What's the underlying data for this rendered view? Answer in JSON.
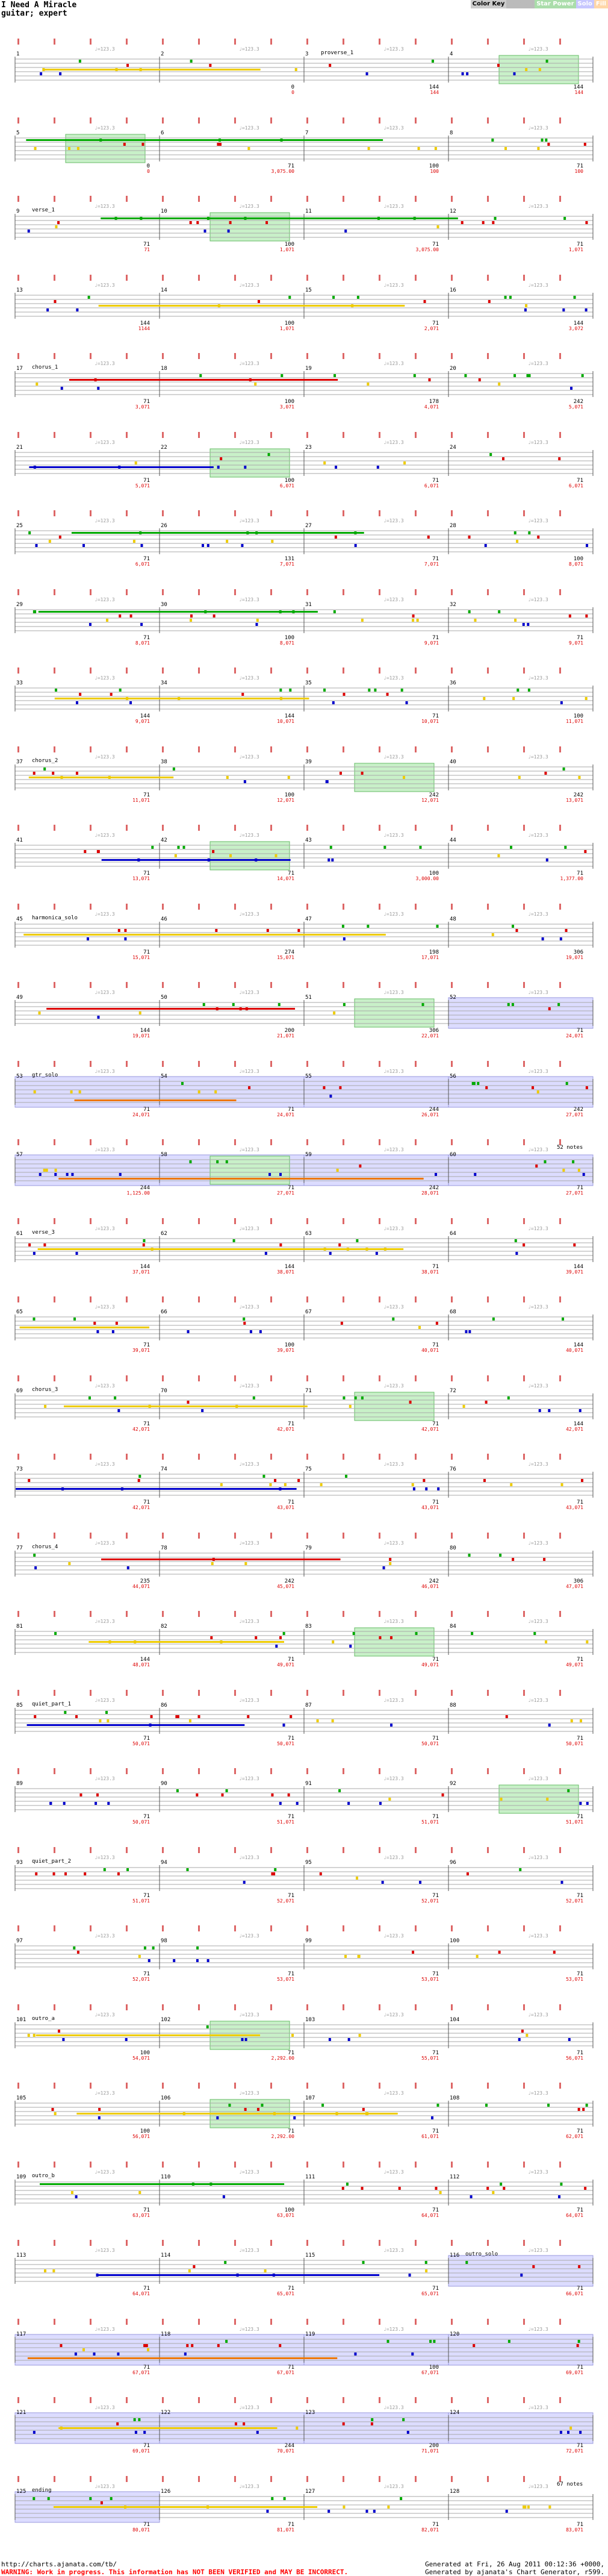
{
  "song": {
    "title": "I Need A Miracle",
    "part": "guitar; expert"
  },
  "legend": [
    {
      "label": "Color Key",
      "bg": "#cccccc",
      "fg": "#000000"
    },
    {
      "label": "Normal",
      "bg": "#bbbbbb",
      "fg": "#bbbbbb"
    },
    {
      "label": "Star Power",
      "bg": "#aaddaa",
      "fg": "#ffffff"
    },
    {
      "label": "Solo",
      "bg": "#c7c7ff",
      "fg": "#ffffff"
    },
    {
      "label": "Fill",
      "bg": "#ffd7a8",
      "fg": "#ffffff"
    }
  ],
  "colors": {
    "green": "#00aa00",
    "red": "#dd0000",
    "yellow": "#eecc00",
    "blue": "#0000cc",
    "orange": "#ee7700",
    "sp_fill": "#c8f0c8",
    "solo_fill": "#dcdcff",
    "beat": "#dd6666",
    "tempo": "#999999"
  },
  "rows": [
    {
      "measures": [
        1,
        2,
        3,
        4
      ],
      "section": "proverse_1",
      "section_at": 2,
      "tempo": "♩=123.3",
      "bottom": [
        [],
        [
          "0",
          "0"
        ],
        [
          "144",
          "144"
        ],
        [
          "144",
          "144"
        ]
      ],
      "sp": [
        3
      ],
      "sustain": [
        "yellow"
      ]
    },
    {
      "measures": [
        5,
        6,
        7,
        8
      ],
      "bottom": [
        [
          "0",
          "0"
        ],
        [
          "71",
          "3,075.00"
        ],
        [
          "100",
          "100"
        ],
        [
          "71",
          "100"
        ]
      ],
      "sp": [
        0
      ],
      "sustain": [
        "green"
      ]
    },
    {
      "measures": [
        9,
        10,
        11,
        12
      ],
      "section": "verse_1",
      "section_at": 0,
      "bottom": [
        [
          "71",
          "71"
        ],
        [
          "100",
          "1,071"
        ],
        [
          "71",
          "3,075.00"
        ],
        [
          "71",
          "1,071"
        ]
      ],
      "sp": [
        1
      ],
      "sustain": [
        "green"
      ]
    },
    {
      "measures": [
        13,
        14,
        15,
        16
      ],
      "bottom": [
        [
          "144",
          "1144"
        ],
        [
          "100",
          "1,071"
        ],
        [
          "71",
          "2,071"
        ],
        [
          "144",
          "3,072"
        ]
      ],
      "sp": [],
      "sustain": [
        "yellow"
      ]
    },
    {
      "measures": [
        17,
        18,
        19,
        20
      ],
      "section": "chorus_1",
      "section_at": 0,
      "bottom": [
        [
          "71",
          "3,071"
        ],
        [
          "100",
          "3,071"
        ],
        [
          "178",
          "4,071"
        ],
        [
          "242",
          "5,071"
        ]
      ],
      "sp": [],
      "sustain": [
        "red"
      ]
    },
    {
      "measures": [
        21,
        22,
        23,
        24
      ],
      "bottom": [
        [
          "71",
          "5,071"
        ],
        [
          "100",
          "6,071"
        ],
        [
          "71",
          "6,071"
        ],
        [
          "71",
          "6,071"
        ]
      ],
      "sp": [
        1
      ],
      "sustain": [
        "blue"
      ]
    },
    {
      "measures": [
        25,
        26,
        27,
        28
      ],
      "bottom": [
        [
          "71",
          "6,071"
        ],
        [
          "131",
          "7,071"
        ],
        [
          "71",
          "7,071"
        ],
        [
          "100",
          "8,071"
        ]
      ],
      "sp": [],
      "sustain": [
        "green"
      ]
    },
    {
      "measures": [
        29,
        30,
        31,
        32
      ],
      "bottom": [
        [
          "71",
          "8,071"
        ],
        [
          "100",
          "8,071"
        ],
        [
          "71",
          "9,071"
        ],
        [
          "71",
          "9,071"
        ]
      ],
      "sp": [],
      "sustain": [
        "green"
      ]
    },
    {
      "measures": [
        33,
        34,
        35,
        36
      ],
      "bottom": [
        [
          "144",
          "9,071"
        ],
        [
          "144",
          "10,071"
        ],
        [
          "71",
          "10,071"
        ],
        [
          "100",
          "11,071"
        ]
      ],
      "sp": [],
      "sustain": [
        "yellow"
      ]
    },
    {
      "measures": [
        37,
        38,
        39,
        40
      ],
      "section": "chorus_2",
      "section_at": 0,
      "bottom": [
        [
          "71",
          "11,071"
        ],
        [
          "100",
          "12,071"
        ],
        [
          "242",
          "12,071"
        ],
        [
          "242",
          "13,071"
        ]
      ],
      "sp": [
        2
      ],
      "sustain": [
        "yellow"
      ]
    },
    {
      "measures": [
        41,
        42,
        43,
        44
      ],
      "bottom": [
        [
          "71",
          "13,071"
        ],
        [
          "71",
          "14,071"
        ],
        [
          "100",
          "3,000.00"
        ],
        [
          "71",
          "1,377.00"
        ]
      ],
      "sp": [
        1
      ],
      "sustain": [
        "blue"
      ]
    },
    {
      "measures": [
        45,
        46,
        47,
        48
      ],
      "section": "harmonica_solo",
      "section_at": 0,
      "bottom": [
        [
          "71",
          "15,071"
        ],
        [
          "274",
          "15,071"
        ],
        [
          "198",
          "17,071"
        ],
        [
          "306",
          "19,071"
        ]
      ],
      "sp": [],
      "sustain": [
        "yellow"
      ]
    },
    {
      "measures": [
        49,
        50,
        51,
        52
      ],
      "bottom": [
        [
          "144",
          "19,071"
        ],
        [
          "200",
          "21,071"
        ],
        [
          "306",
          "22,071"
        ],
        [
          "71",
          "24,071"
        ]
      ],
      "sp": [
        2
      ],
      "solo": [
        3
      ],
      "sustain": [
        "red"
      ]
    },
    {
      "measures": [
        53,
        54,
        55,
        56
      ],
      "section": "gtr_solo",
      "section_at": 0,
      "bottom": [
        [
          "71",
          "24,071"
        ],
        [
          "71",
          "24,071"
        ],
        [
          "244",
          "26,071"
        ],
        [
          "242",
          "27,071"
        ]
      ],
      "sp": [],
      "solo": [
        0,
        1,
        2,
        3
      ],
      "sustain": [
        "orange"
      ]
    },
    {
      "measures": [
        57,
        58,
        59,
        60
      ],
      "bottom": [
        [
          "244",
          "1,125.00"
        ],
        [
          "71",
          "27,071"
        ],
        [
          "242",
          "28,071"
        ],
        [
          "71",
          "27,071"
        ]
      ],
      "sp": [
        1
      ],
      "solo": [
        0,
        1,
        2,
        3
      ],
      "sustain": [
        "orange"
      ],
      "notes": "52 notes"
    },
    {
      "measures": [
        61,
        62,
        63,
        64
      ],
      "section": "verse_3",
      "section_at": 0,
      "bottom": [
        [
          "144",
          "37,071"
        ],
        [
          "144",
          "38,071"
        ],
        [
          "71",
          "38,071"
        ],
        [
          "144",
          "39,071"
        ]
      ],
      "sp": [],
      "sustain": [
        "yellow"
      ]
    },
    {
      "measures": [
        65,
        66,
        67,
        68
      ],
      "bottom": [
        [
          "71",
          "39,071"
        ],
        [
          "100",
          "39,071"
        ],
        [
          "71",
          "40,071"
        ],
        [
          "144",
          "40,071"
        ]
      ],
      "sp": [],
      "sustain": [
        "yellow"
      ]
    },
    {
      "measures": [
        69,
        70,
        71,
        72
      ],
      "section": "chorus_3",
      "section_at": 0,
      "bottom": [
        [
          "71",
          "42,071"
        ],
        [
          "71",
          "42,071"
        ],
        [
          "71",
          "42,071"
        ],
        [
          "144",
          "42,071"
        ]
      ],
      "sp": [
        2
      ],
      "sustain": [
        "yellow"
      ]
    },
    {
      "measures": [
        73,
        74,
        75,
        76
      ],
      "bottom": [
        [
          "71",
          "42,071"
        ],
        [
          "71",
          "43,071"
        ],
        [
          "71",
          "43,071"
        ],
        [
          "71",
          "43,071"
        ]
      ],
      "sp": [],
      "sustain": [
        "blue"
      ]
    },
    {
      "measures": [
        77,
        78,
        79,
        80
      ],
      "section": "chorus_4",
      "section_at": 0,
      "bottom": [
        [
          "235",
          "44,071"
        ],
        [
          "242",
          "45,071"
        ],
        [
          "242",
          "46,071"
        ],
        [
          "306",
          "47,071"
        ]
      ],
      "sp": [],
      "sustain": [
        "red"
      ]
    },
    {
      "measures": [
        81,
        82,
        83,
        84
      ],
      "bottom": [
        [
          "144",
          "48,071"
        ],
        [
          "71",
          "49,071"
        ],
        [
          "71",
          "49,071"
        ],
        [
          "71",
          "49,071"
        ]
      ],
      "sp": [
        2
      ],
      "sustain": [
        "yellow"
      ]
    },
    {
      "measures": [
        85,
        86,
        87,
        88
      ],
      "section": "quiet_part_1",
      "section_at": 0,
      "bottom": [
        [
          "71",
          "50,071"
        ],
        [
          "71",
          "50,071"
        ],
        [
          "71",
          "50,071"
        ],
        [
          "71",
          "50,071"
        ]
      ],
      "sp": [],
      "sustain": [
        "blue"
      ]
    },
    {
      "measures": [
        89,
        90,
        91,
        92
      ],
      "bottom": [
        [
          "71",
          "50,071"
        ],
        [
          "71",
          "51,071"
        ],
        [
          "71",
          "51,071"
        ],
        [
          "71",
          "51,071"
        ]
      ],
      "sp": [
        3
      ],
      "sustain": []
    },
    {
      "measures": [
        93,
        94,
        95,
        96
      ],
      "section": "quiet_part_2",
      "section_at": 0,
      "bottom": [
        [
          "71",
          "51,071"
        ],
        [
          "71",
          "52,071"
        ],
        [
          "71",
          "52,071"
        ],
        [
          "71",
          "52,071"
        ]
      ],
      "sp": [],
      "sustain": []
    },
    {
      "measures": [
        97,
        98,
        99,
        100
      ],
      "bottom": [
        [
          "71",
          "52,071"
        ],
        [
          "71",
          "53,071"
        ],
        [
          "71",
          "53,071"
        ],
        [
          "71",
          "53,071"
        ]
      ],
      "sp": [],
      "sustain": []
    },
    {
      "measures": [
        101,
        102,
        103,
        104
      ],
      "section": "outro_a",
      "section_at": 0,
      "bottom": [
        [
          "100",
          "54,071"
        ],
        [
          "71",
          "2,292.00"
        ],
        [
          "71",
          "55,071"
        ],
        [
          "71",
          "56,071"
        ]
      ],
      "sp": [
        1
      ],
      "sustain": [
        "yellow"
      ]
    },
    {
      "measures": [
        105,
        106,
        107,
        108
      ],
      "bottom": [
        [
          "100",
          "56,071"
        ],
        [
          "71",
          "2,292.00"
        ],
        [
          "71",
          "61,071"
        ],
        [
          "71",
          "62,071"
        ]
      ],
      "sp": [
        1
      ],
      "sustain": [
        "yellow"
      ]
    },
    {
      "measures": [
        109,
        110,
        111,
        112
      ],
      "section": "outro_b",
      "section_at": 0,
      "bottom": [
        [
          "71",
          "63,071"
        ],
        [
          "100",
          "63,071"
        ],
        [
          "71",
          "64,071"
        ],
        [
          "71",
          "64,071"
        ]
      ],
      "sp": [],
      "sustain": [
        "green"
      ]
    },
    {
      "measures": [
        113,
        114,
        115,
        116
      ],
      "section": "outro_solo",
      "section_at": 3,
      "bottom": [
        [
          "71",
          "64,071"
        ],
        [
          "71",
          "65,071"
        ],
        [
          "71",
          "65,071"
        ],
        [
          "71",
          "66,071"
        ]
      ],
      "sp": [],
      "solo": [
        3
      ],
      "sustain": [
        "blue"
      ]
    },
    {
      "measures": [
        117,
        118,
        119,
        120
      ],
      "bottom": [
        [
          "71",
          "67,071"
        ],
        [
          "71",
          "67,071"
        ],
        [
          "100",
          "67,071"
        ],
        [
          "71",
          "69,071"
        ]
      ],
      "sp": [],
      "solo": [
        0,
        1,
        2,
        3
      ],
      "sustain": [
        "orange"
      ]
    },
    {
      "measures": [
        121,
        122,
        123,
        124
      ],
      "bottom": [
        [
          "71",
          "69,071"
        ],
        [
          "244",
          "70,071"
        ],
        [
          "200",
          "71,071"
        ],
        [
          "71",
          "72,071"
        ]
      ],
      "sp": [],
      "solo": [
        0,
        1,
        2,
        3
      ],
      "sustain": [
        "yellow"
      ]
    },
    {
      "measures": [
        125,
        126,
        127,
        128
      ],
      "section": "ending",
      "section_at": 0,
      "bottom": [
        [
          "71",
          "80,071"
        ],
        [
          "71",
          "81,071"
        ],
        [
          "71",
          "82,071"
        ],
        [
          "71",
          "83,071"
        ]
      ],
      "sp": [],
      "solo": [
        0
      ],
      "sustain": [
        "yellow"
      ],
      "notes": "67 notes"
    }
  ],
  "footer": {
    "url": "http://charts.ajanata.com/tb/",
    "warning": "WARNING: Work in progress. This information has NOT BEEN VERIFIED and MAY BE INCORRECT.",
    "generated": "Generated at Fri, 26 Aug 2011 00:12:36 +0000,",
    "generator": "Generated by ajanata's Chart Generator, r599."
  }
}
